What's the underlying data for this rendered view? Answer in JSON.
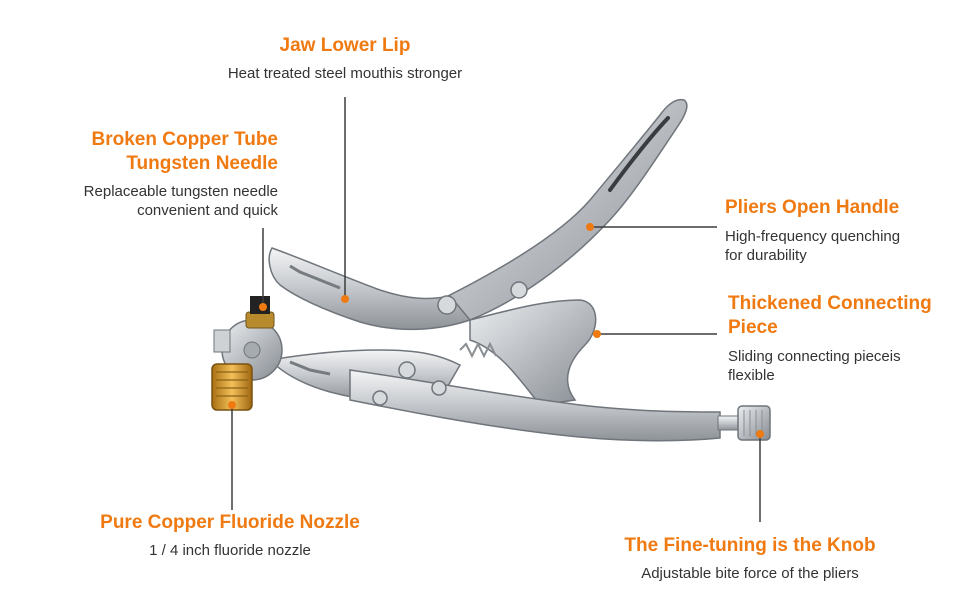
{
  "accent_color": "#f07a12",
  "text_color": "#333333",
  "callouts": {
    "jaw_lower_lip": {
      "title": "Jaw Lower Lip",
      "desc": "Heat treated steel mouthis stronger"
    },
    "tungsten_needle": {
      "title_line1": "Broken Copper Tube",
      "title_line2": "Tungsten Needle",
      "desc_line1": "Replaceable tungsten needle",
      "desc_line2": "convenient and quick"
    },
    "open_handle": {
      "title": "Pliers Open Handle",
      "desc_line1": "High-frequency quenching",
      "desc_line2": "for durability"
    },
    "connecting_piece": {
      "title_line1": "Thickened Connecting",
      "title_line2": "Piece",
      "desc_line1": "Sliding connecting pieceis",
      "desc_line2": "flexible"
    },
    "fluoride_nozzle": {
      "title": "Pure Copper Fluoride Nozzle",
      "desc": "1 / 4 inch fluoride nozzle"
    },
    "fine_tuning_knob": {
      "title": "The Fine-tuning is the Knob",
      "desc": "Adjustable bite force of the pliers"
    }
  }
}
